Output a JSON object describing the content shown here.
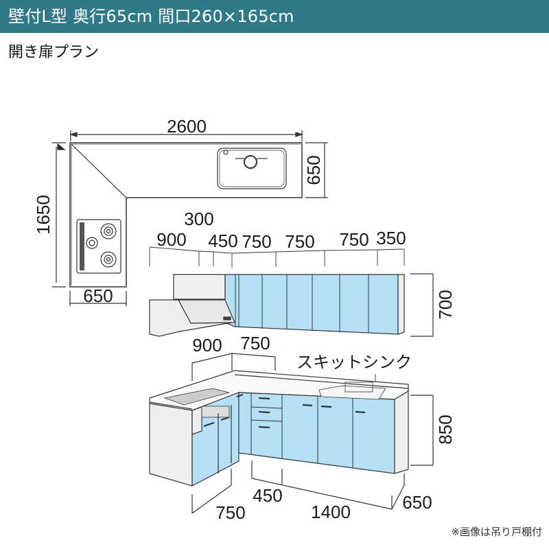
{
  "header": {
    "title": "壁付L型 奥行65cm 間口260×165cm",
    "bg_color": "#2f7a86"
  },
  "plan": {
    "subtitle": "開き扉プラン"
  },
  "top_view": {
    "width_label": "2600",
    "depth_right_label": "650",
    "height_left_label": "1650",
    "depth_bottom_label": "650"
  },
  "wall_cabinets": {
    "segments": [
      "900",
      "300",
      "450",
      "750",
      "750",
      "750",
      "350"
    ],
    "height_label": "700",
    "door_color": "#b6e0f5"
  },
  "base_cabinets": {
    "top_dims": [
      "900",
      "750"
    ],
    "sink_label": "スキットシンク",
    "height_label": "850",
    "bottom_dims": [
      "750",
      "450",
      "1400",
      "650"
    ],
    "door_color": "#b6e0f5"
  },
  "footnote": "※画像は吊り戸棚付"
}
